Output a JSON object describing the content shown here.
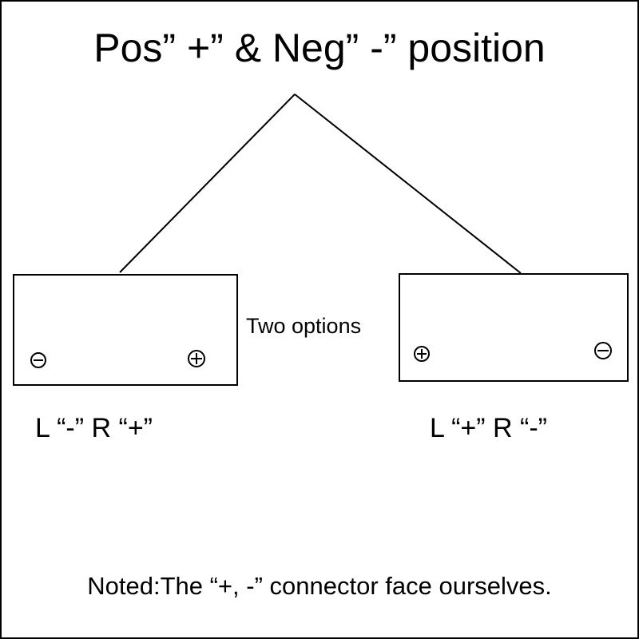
{
  "title": "Pos” +” & Neg” -” position",
  "center_label": "Two options",
  "options": [
    {
      "label": "L “-” R “+”",
      "left_terminal": "minus-icon",
      "right_terminal": "plus-icon"
    },
    {
      "label": "L “+” R “-”",
      "left_terminal": "plus-icon",
      "right_terminal": "minus-icon"
    }
  ],
  "note": "Noted:The “+, -” connector face ourselves.",
  "colors": {
    "line": "#000000",
    "background": "#ffffff"
  }
}
